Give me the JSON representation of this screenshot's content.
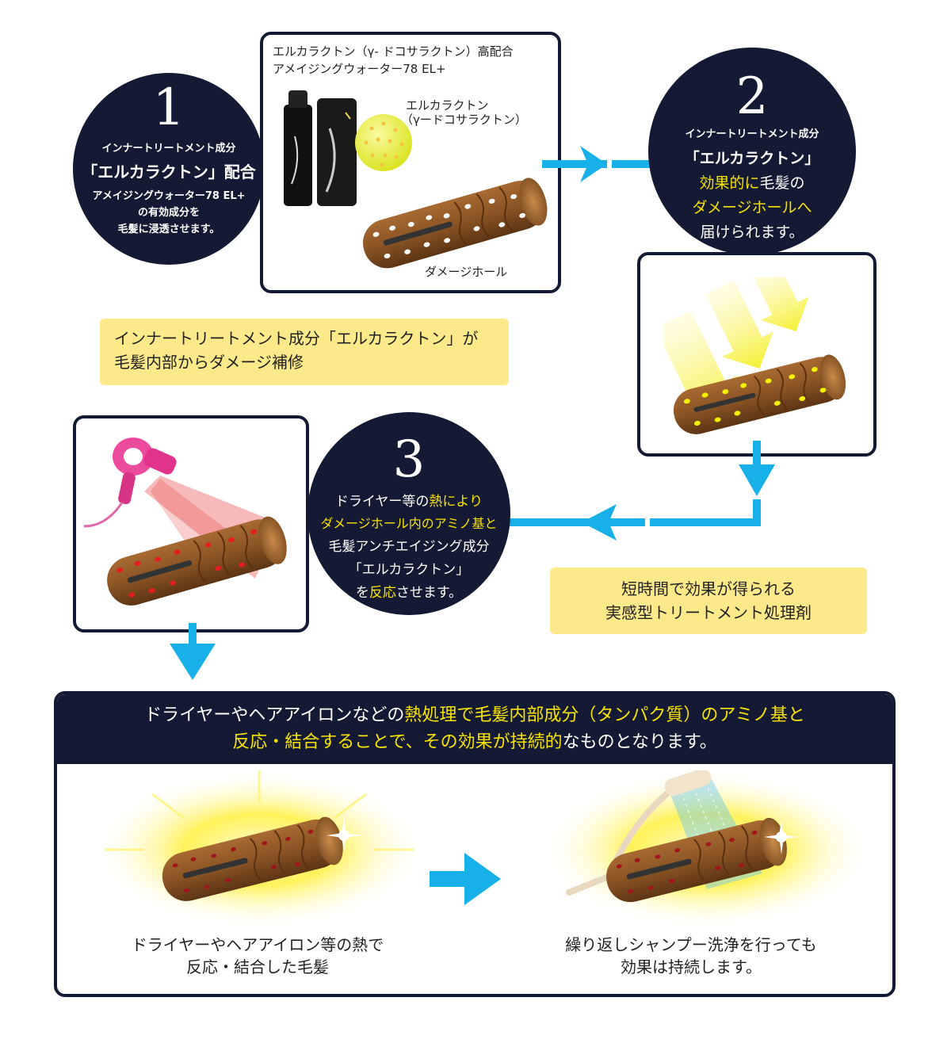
{
  "step1": {
    "number": "1",
    "line1": "インナートリートメント成分",
    "line2": "「エルカラクトン」配合",
    "line3": "アメイジングウォーター78 EL+",
    "line4": "の有効成分を",
    "line5": "毛髪に浸透させます。"
  },
  "product_box": {
    "title_line1": "エルカラクトン（γ- ドコサラクトン）高配合",
    "title_line2": "アメイジングウォーター78 EL+",
    "label_molecule_1": "エルカラクトン",
    "label_molecule_2": "（γードコサラクトン）",
    "label_damage": "ダメージホール"
  },
  "step2": {
    "number": "2",
    "line1": "インナートリートメント成分",
    "line2": "「エルカラクトン」",
    "line3a": "効果的に",
    "line3b": "毛髪の",
    "line4": "ダメージホールへ",
    "line5": "届けられます。"
  },
  "note1": {
    "line1": "インナートリートメント成分「エルカラクトン」が",
    "line2": "毛髪内部からダメージ補修"
  },
  "step3": {
    "number": "3",
    "line1a": "ドライヤー等の",
    "line1b": "熱により",
    "line2": "ダメージホール内のアミノ基と",
    "line3": "毛髪アンチエイジング成分",
    "line4": "「エルカラクトン」",
    "line5a": "を",
    "line5b": "反応",
    "line5c": "させます。"
  },
  "note2": {
    "line1": "短時間で効果が得られる",
    "line2": "実感型トリートメント処理剤"
  },
  "banner": {
    "l1a": "ドライヤーやヘアアイロンなどの",
    "l1b": "熱処理で毛髪内部成分（タンパク質）のアミノ基と",
    "l2a": "反応・結合することで、その効果が持続的",
    "l2b": "なものとなります。"
  },
  "result_left": {
    "line1": "ドライヤーやヘアアイロン等の熱で",
    "line2": "反応・結合した毛髪"
  },
  "result_right": {
    "line1": "繰り返しシャンプー洗浄を行っても",
    "line2": "効果は持続します。"
  },
  "colors": {
    "navy": "#141a33",
    "arrow": "#18b0e8",
    "highlight": "#f7e200",
    "note_bg": "#fbe98a"
  }
}
